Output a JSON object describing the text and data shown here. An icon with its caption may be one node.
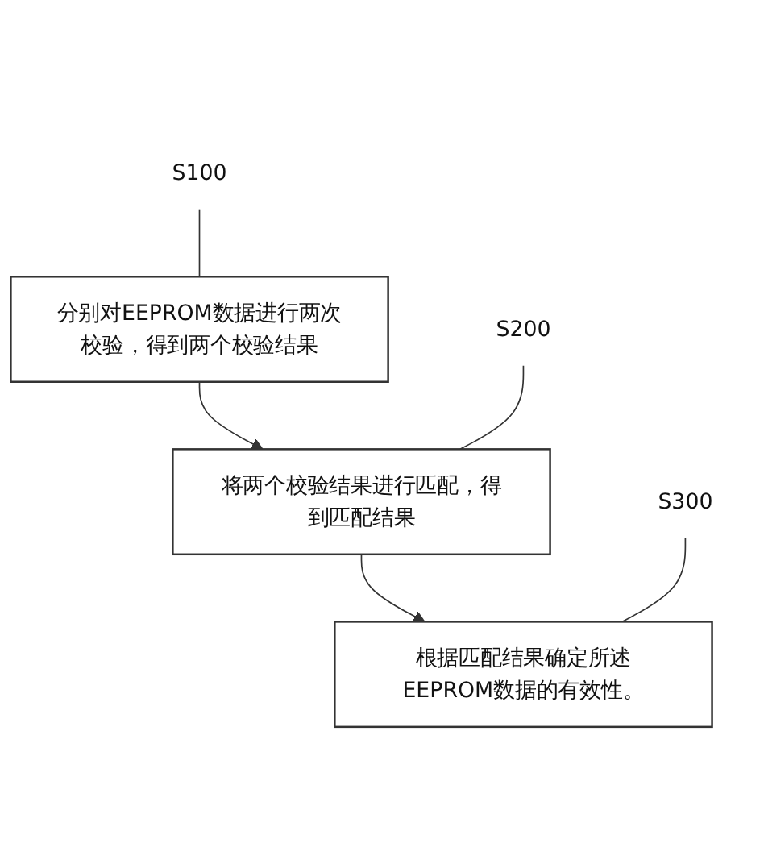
{
  "diagram": {
    "nodes": [
      {
        "text": [
          "分别对EEPROM数据进行两次校验，得到两个校验结果"
        ]
      },
      {
        "text": [
          "S100"
        ]
      },
      {
        "text": [
          "将两个校验结果进行匹配，得到匹配结果"
        ]
      },
      {
        "text": [
          "S200"
        ]
      },
      {
        "text": [
          "根据匹配结果确定所述EEPROM数据的有效性。"
        ]
      },
      {
        "text": [
          "S300"
        ]
      }
    ],
    "edges": [
      {
        "from": 0,
        "to": 2,
        "arrow": "to"
      },
      {
        "from": 2,
        "to": 4,
        "arrow": "to"
      },
      {
        "from": 1,
        "to": 0,
        "arrow": "none"
      },
      {
        "from": 3,
        "to": 2,
        "arrow": "none"
      },
      {
        "from": 5,
        "to": 4,
        "arrow": "none"
      }
    ]
  }
}
